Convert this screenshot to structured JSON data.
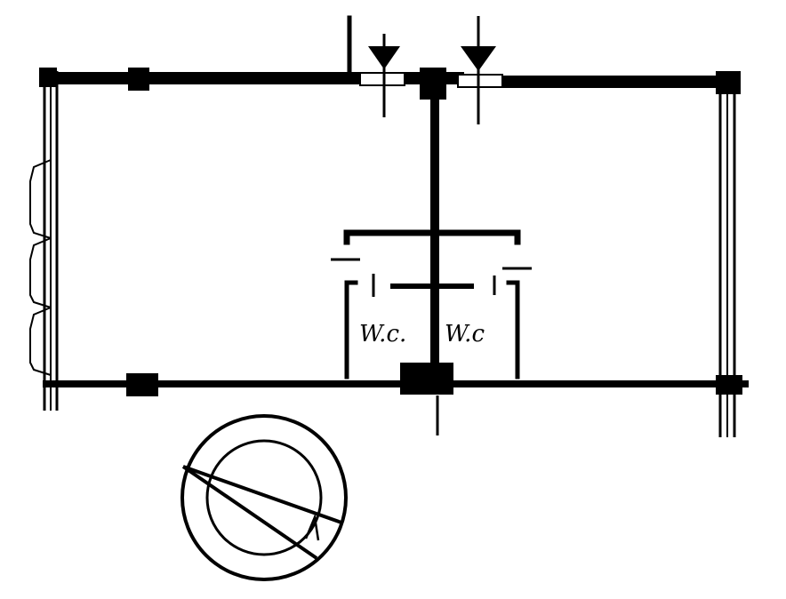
{
  "plan": {
    "rooms": [
      {
        "id": "wc-left",
        "label": "W.c."
      },
      {
        "id": "wc-right",
        "label": "W.c"
      }
    ],
    "entrances": [
      {
        "id": "entrance-left",
        "icon": "entrance-arrow-icon"
      },
      {
        "id": "entrance-right",
        "icon": "entrance-arrow-icon"
      }
    ],
    "north_symbol": {
      "icon": "compass-icon"
    }
  }
}
